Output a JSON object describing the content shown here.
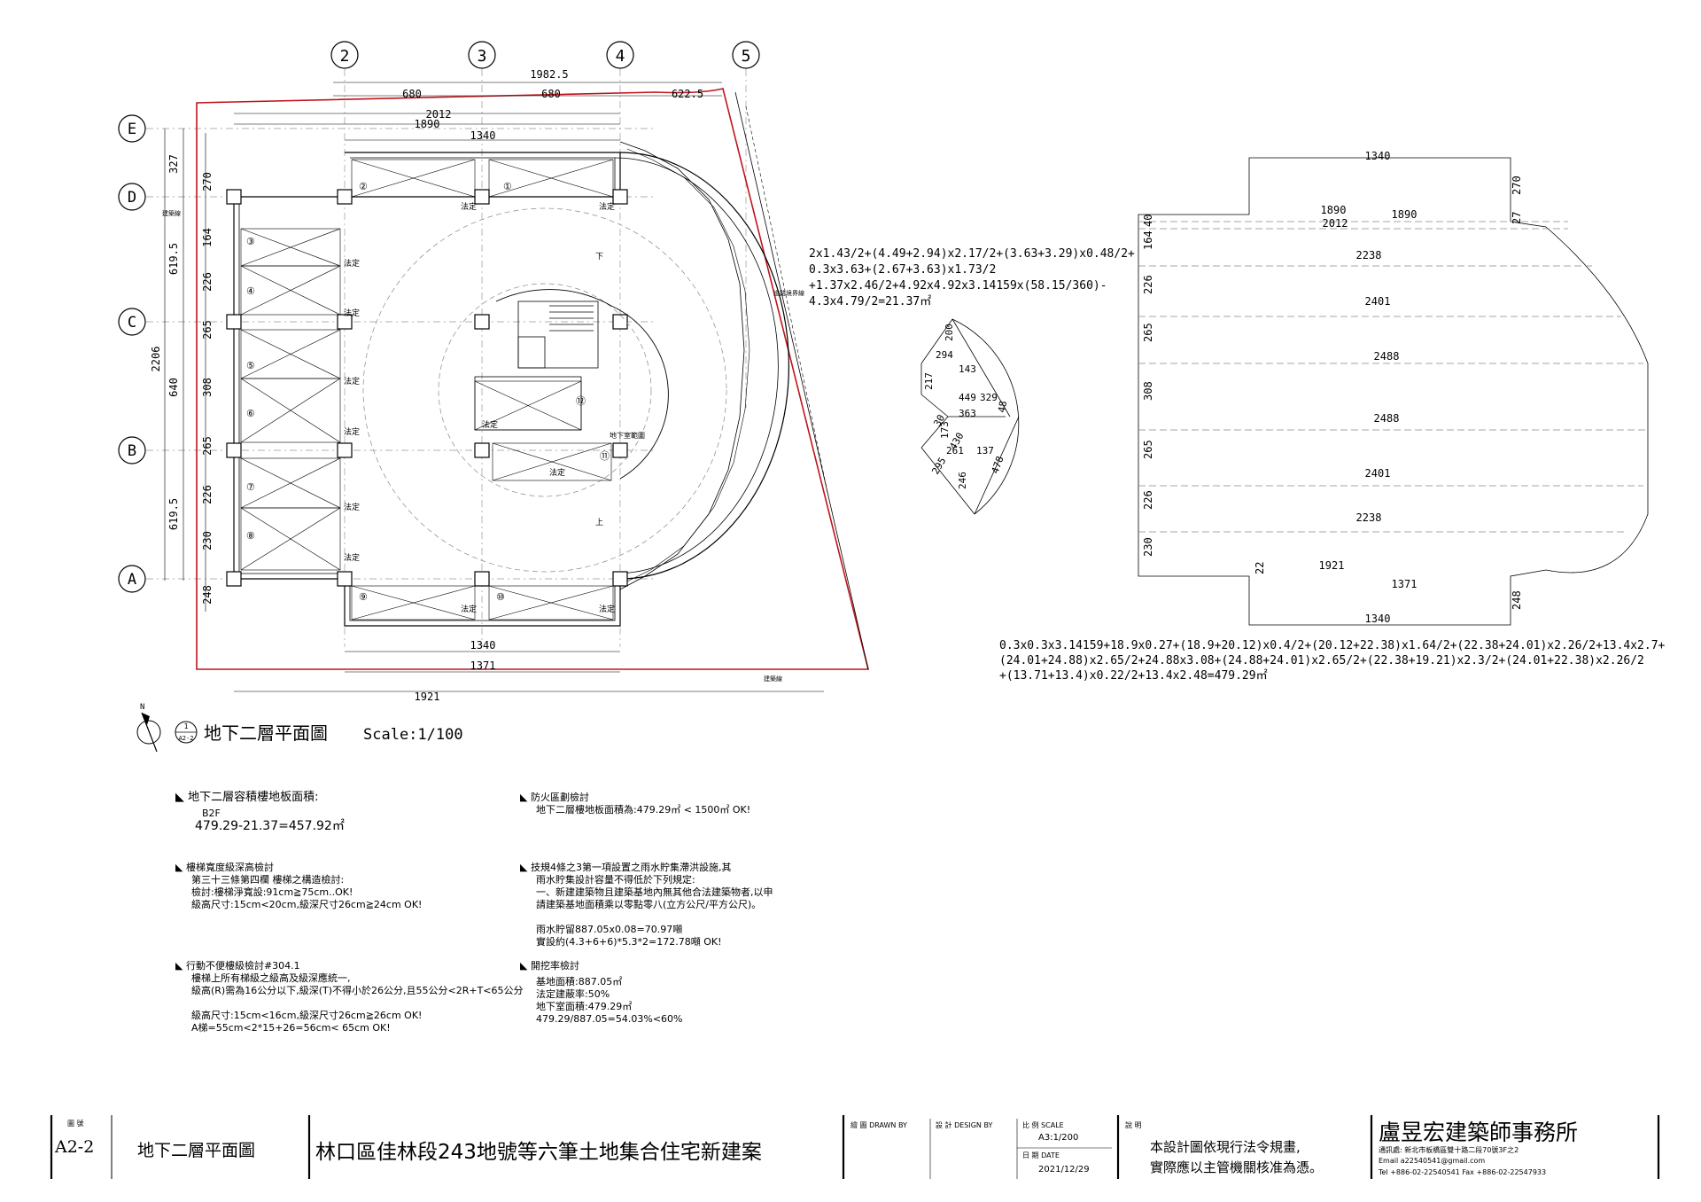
{
  "grid": {
    "cols": [
      "2",
      "3",
      "4",
      "5"
    ],
    "rows": [
      "E",
      "D",
      "C",
      "B",
      "A"
    ]
  },
  "dims": {
    "top_total": "1982.5",
    "top_680a": "680",
    "top_680b": "680",
    "top_622": "622.5",
    "top_2012": "2012",
    "top_1890": "1890",
    "top_1340": "1340",
    "bot_1340": "1340",
    "bot_1371": "1371",
    "bot_1921": "1921",
    "left_2206": "2206",
    "left_327": "327",
    "left_619a": "619.5",
    "left_640": "640",
    "left_619b": "619.5",
    "seg_270": "270",
    "seg_164": "164",
    "seg_226a": "226",
    "seg_265a": "265",
    "seg_308": "308",
    "seg_265b": "265",
    "seg_226b": "226",
    "seg_230": "230",
    "seg_248": "248"
  },
  "parking": [
    "①",
    "②",
    "③",
    "④",
    "⑤",
    "⑥",
    "⑦",
    "⑧",
    "⑨",
    "⑩",
    "⑪",
    "⑫"
  ],
  "plan_labels": {
    "legal": "法定",
    "ramp_down": "下",
    "ramp_up": "上",
    "boundary": "建築線",
    "road_line": "道路境界線",
    "stair_area": "地下室範圍"
  },
  "calc": {
    "small": "2x1.43/2+(4.49+2.94)x2.17/2+(3.63+3.29)x0.48/2+\n0.3x3.63+(2.67+3.63)x1.73/2\n+1.37x2.46/2+4.92x4.92x3.14159x(58.15/360)-\n4.3x4.79/2=21.37㎡",
    "large": "0.3x0.3x3.14159+18.9x0.27+(18.9+20.12)x0.4/2+(20.12+22.38)x1.64/2+(22.38+24.01)x2.26/2+13.4x2.7+\n(24.01+24.88)x2.65/2+24.88x3.08+(24.88+24.01)x2.65/2+(22.38+19.21)x2.3/2+(24.01+22.38)x2.26/2\n+(13.71+13.4)x0.22/2+13.4x2.48=479.29㎡"
  },
  "fan_dims": [
    "200",
    "294",
    "143",
    "217",
    "449",
    "329",
    "363",
    "48",
    "30",
    "173",
    "430",
    "261",
    "137",
    "295",
    "246",
    "478"
  ],
  "right_plan": {
    "top": "1340",
    "d1890a": "1890",
    "d2012": "2012",
    "d1890b": "1890",
    "widths": [
      "2238",
      "2401",
      "2488",
      "2488",
      "2401",
      "2238"
    ],
    "d1921": "1921",
    "d1371": "1371",
    "bottom": "1340",
    "heights": [
      "40",
      "164",
      "226",
      "265",
      "308",
      "265",
      "226",
      "230"
    ],
    "r270": "270",
    "r27": "27",
    "r248": "248",
    "r22": "22"
  },
  "drawing": {
    "ref_num": "1",
    "ref_sheet": "A2-2",
    "title": "地下二層平面圖",
    "scale": "Scale:1/100",
    "north": "N"
  },
  "notes": {
    "n1_title": "地下二層容積樓地板面積:",
    "n1_sub": "B2F",
    "n1_value": "479.29-21.37=457.92㎡",
    "n2_title": "樓梯寬度級深高檢討",
    "n2_lines": [
      "第三十三條第四欄 樓梯之構造檢討:",
      "檢討:樓梯淨寬設:91cm≧75cm..OK!",
      "級高尺寸:15cm<20cm,級深尺寸26cm≧24cm OK!"
    ],
    "n3_title": "行動不便樓級檢討#304.1",
    "n3_lines": [
      "樓梯上所有梯級之級高及級深應統一,",
      "級高(R)需為16公分以下,級深(T)不得小於26公分,且55公分<2R+T<65公分",
      "",
      "級高尺寸:15cm<16cm,級深尺寸26cm≧26cm OK!",
      "A梯=55cm<2*15+26=56cm< 65cm OK!"
    ],
    "n4_title": "防火區劃檢討",
    "n4_lines": [
      "地下二層樓地板面積為:479.29㎡ < 1500㎡ OK!"
    ],
    "n5_title": "技規4條之3第一項設置之雨水貯集滯洪設施,其",
    "n5_lines": [
      "雨水貯集設計容量不得低於下列規定:",
      "一、新建建築物且建築基地內無其他合法建築物者,以申",
      "    請建築基地面積乘以零點零八(立方公尺/平方公尺)。",
      "",
      "雨水貯留887.05x0.08=70.97噸",
      "實設約(4.3+6+6)*5.3*2=172.78噸  OK!"
    ],
    "n6_title": "開挖率檢討",
    "n6_lines": [
      "基地面積:887.05㎡",
      "法定建蔽率:50%",
      "地下室面積:479.29㎡",
      "479.29/887.05=54.03%<60%"
    ]
  },
  "titleblock": {
    "sheet_no_label": "圖 號",
    "sheet_no": "A2-2",
    "drawing_name": "地下二層平面圖",
    "project": "林口區佳林段243地號等六筆土地集合住宅新建案",
    "drawn_label": "繪 圖 DRAWN BY",
    "design_label": "設 計 DESIGN BY",
    "scale_label": "比 例 SCALE",
    "scale_value": "A3:1/200",
    "date_label": "日 期 DATE",
    "date_value": "2021/12/29",
    "remark_label": "說 明",
    "remark1": "本設計圖依現行法令規畫,",
    "remark2": "實際應以主管機關核准為憑。",
    "firm": "盧昱宏建築師事務所",
    "addr": "通訊處: 新北市板橋區雙十路二段70號3F之2",
    "email": "Email a22540541@gmail.com",
    "tel": "Tel +886-02-22540541 Fax +886-02-22547933"
  },
  "colors": {
    "boundary": "#c0141c",
    "line": "#000000",
    "dash": "#888888"
  }
}
